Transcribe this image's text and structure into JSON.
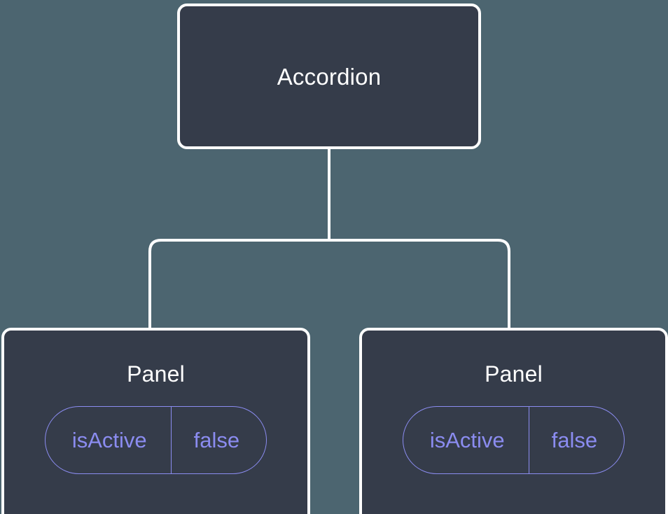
{
  "diagram": {
    "type": "component-tree",
    "background_color": "#4c6570",
    "node_fill_color": "#353c4a",
    "node_border_color": "#ffffff",
    "connector_color": "#ffffff",
    "accent_color": "#8b8cf0",
    "root": {
      "label": "Accordion"
    },
    "children": [
      {
        "label": "Panel",
        "prop": {
          "key": "isActive",
          "value": "false"
        }
      },
      {
        "label": "Panel",
        "prop": {
          "key": "isActive",
          "value": "false"
        }
      }
    ]
  }
}
